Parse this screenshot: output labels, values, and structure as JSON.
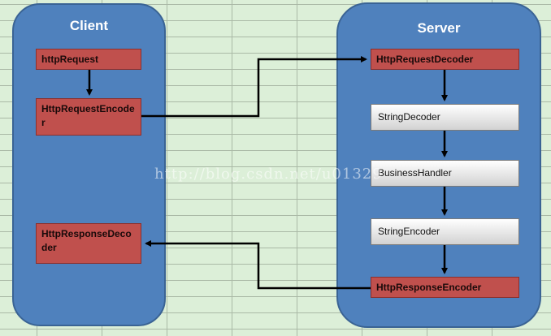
{
  "client": {
    "title": "Client",
    "boxes": {
      "http_request": "httpRequest",
      "http_request_encoder": "HttpRequestEncoder",
      "http_response_decoder": "HttpResponseDecoder"
    }
  },
  "server": {
    "title": "Server",
    "boxes": {
      "http_request_decoder": "HttpRequestDecoder",
      "string_decoder": "StringDecoder",
      "business_handler": "BusinessHandler",
      "string_encoder": "StringEncoder",
      "http_response_encoder": "HttpResponseEncoder"
    }
  },
  "watermark": "http://blog.csdn.net/u01329",
  "colors": {
    "panel": "#4f81bd",
    "red_box": "#c0504d",
    "gray_box": "#d9d9d9",
    "background": "#dcefd8"
  }
}
